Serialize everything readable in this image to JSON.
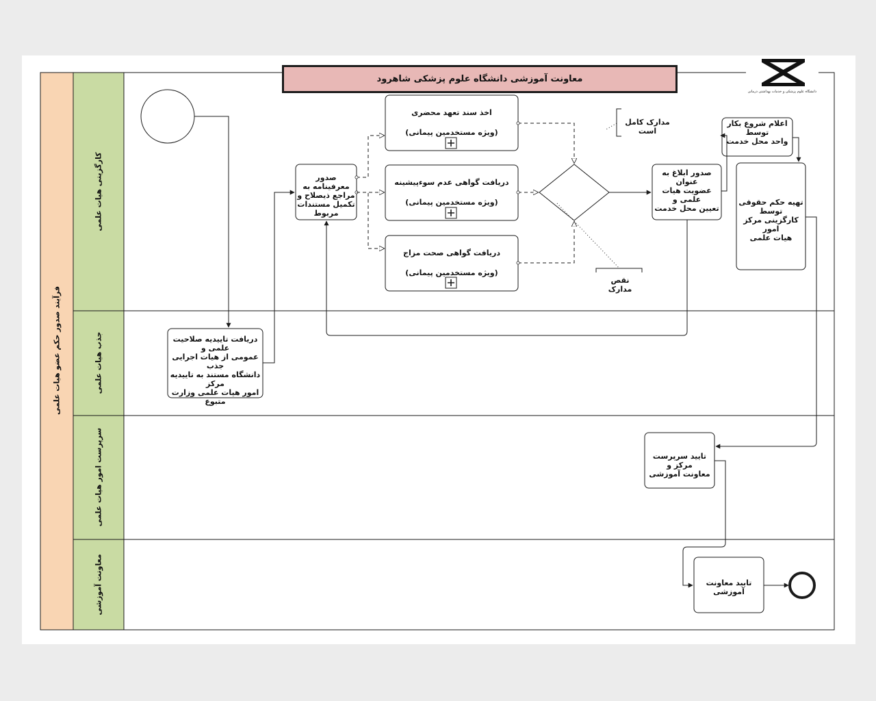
{
  "title": "معاونت آموزشی دانشگاه علوم پزشکی شاهرود",
  "logo": {
    "text": "دانشگاه علوم پزشکی و خدمات بهداشتی درمانی شاهرود",
    "icon": "university-logo-icon"
  },
  "pool": {
    "label": "فرآیند صدور حکم عضو هیات علمی"
  },
  "lanes": [
    {
      "label": "کارگزینی هیات علمی"
    },
    {
      "label": "جذب هیات علمی"
    },
    {
      "label": "سرپرست امور هیات علمی"
    },
    {
      "label": "معاونت آموزشی"
    }
  ],
  "tasks": {
    "receive_approval": "دریافت تاییدیه صلاحیت علمی و\nعمومی از هیات اجرایی جذب\nدانشگاه مستند به تاییدیه مرکز\nامور هیات علمی وزارت متبوع",
    "issue_introduction": "صدور معرفینامه به\nمراجع ذیصلاح و\nتکمیل مستندات\nمربوط",
    "attendance_commitment": {
      "line1": "اخذ سند تعهد محضری",
      "line2": "(ویژه مستخدمین پیمانی)"
    },
    "no_criminal_record": {
      "line1": "دریافت گواهی عدم سوءپیشینه",
      "line2": "(ویژه مستخدمین پیمانی)"
    },
    "health_certificate": {
      "line1": "دریافت گواهی صحت مزاج",
      "line2": "(ویژه مستخدمین پیمانی)"
    },
    "issue_notice": "صدور ابلاغ به عنوان\nعضویت هیات علمی و\nتعیین محل خدمت",
    "start_announcement": "اعلام شروع بکار توسط\nواحد محل خدمت",
    "prepare_decree": "تهیه حکم حقوقی توسط\nکارگزینی مرکز امور\nهیات علمی",
    "supervisor_approval": "تایید سرپرست مرکز و\nمعاونت آموزشی",
    "vice_chancellor_approval": "تایید معاونت آموزشی"
  },
  "annotations": {
    "complete_documents": "مدارک کامل است",
    "incomplete_documents": "نقص مدارک"
  },
  "colors": {
    "pool_fill": "#f9d5b3",
    "lane_fill": "#c9dba3",
    "title_fill": "#e8b8b6",
    "line": "#1a1a1a"
  }
}
